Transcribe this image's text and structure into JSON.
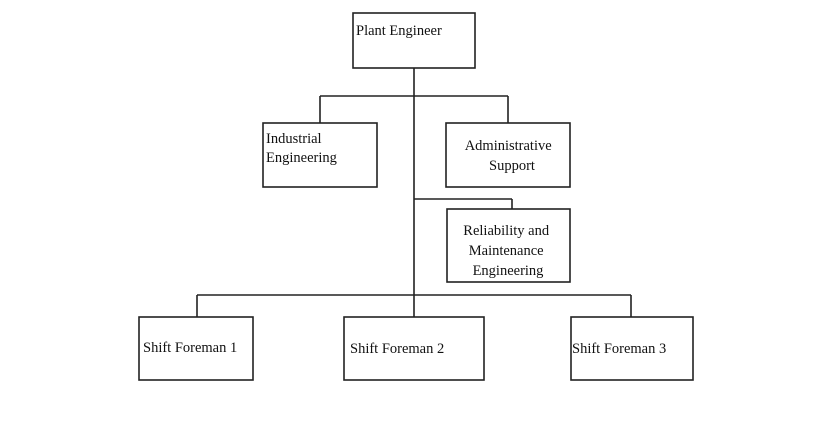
{
  "nodes": {
    "plant_engineer": [
      "Plant Engineer"
    ],
    "industrial_engineering": [
      "Industrial",
      "Engineering"
    ],
    "administrative_support": [
      "Administrative",
      "Support"
    ],
    "reliability_maintenance": [
      "Reliability and",
      "Maintenance",
      "Engineering"
    ],
    "shift_foreman_1": [
      "Shift Foreman 1"
    ],
    "shift_foreman_2": [
      "Shift Foreman 2"
    ],
    "shift_foreman_3": [
      "Shift Foreman 3"
    ]
  }
}
